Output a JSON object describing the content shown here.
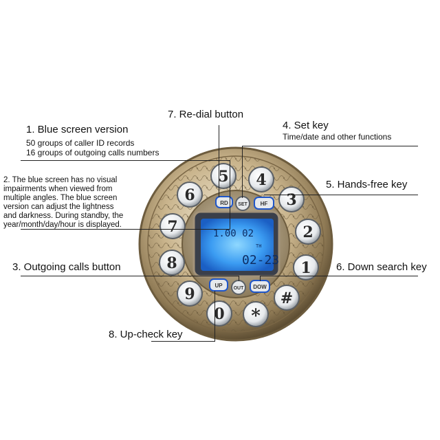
{
  "labels": {
    "blue_screen": {
      "title": "1. Blue screen version",
      "lines": [
        "50 groups of caller ID records",
        "16 groups of outgoing calls numbers"
      ]
    },
    "blue_note": {
      "lines": [
        "2. The blue screen has no visual",
        "impairments when viewed from",
        "multiple angles. The blue screen",
        "version can adjust the lightness",
        "and darkness. During standby, the",
        "year/month/day/hour is displayed."
      ]
    },
    "outgoing": "3. Outgoing calls button",
    "set_key": {
      "title": "4. Set key",
      "desc": "Time/date and other functions"
    },
    "hands_free": "5. Hands-free key",
    "down_search": "6. Down search key",
    "redial": "7. Re-dial button",
    "up_check": "8. Up-check key"
  },
  "keypad": {
    "digits": [
      "5",
      "4",
      "3",
      "2",
      "1",
      "#",
      "*",
      "0",
      "9",
      "8",
      "7",
      "6"
    ],
    "function_keys": {
      "rd": "RD",
      "set": "SET",
      "hf": "HF",
      "up": "UP",
      "out": "OUT",
      "down": "DOW"
    }
  },
  "lcd": {
    "top": "1.00 02",
    "small": "TH",
    "bottom": "02-23"
  },
  "colors": {
    "lcd": "#2f8ef0",
    "lcd_glow": "#7fd0ff",
    "bezel": "#b6a27a",
    "key": "#e9ecef",
    "key_text": "#2a2a2a"
  }
}
